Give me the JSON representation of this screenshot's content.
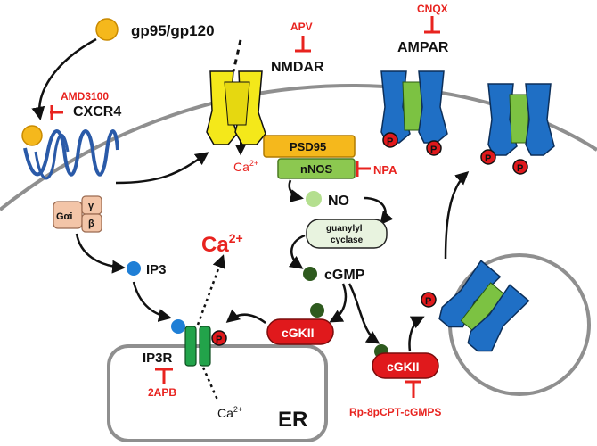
{
  "labels": {
    "gp120": "gp95/gp120",
    "cxcr4": "CXCR4",
    "amd3100": "AMD3100",
    "apv": "APV",
    "nmdar": "NMDAR",
    "cnqx": "CNQX",
    "ampar": "AMPAR",
    "psd95": "PSD95",
    "nnos": "nNOS",
    "npa": "NPA",
    "ca_pre": "Ca",
    "ca_sup": "2+",
    "no": "NO",
    "guanylyl": "guanylyl",
    "cyclase": "cyclase",
    "cgmp": "cGMP",
    "cgkii_left": "cGKII",
    "cgkii_right": "cGKII",
    "ip3": "IP3",
    "ca_big": "Ca",
    "ca_big_sup": "2+",
    "ip3r": "IP3R",
    "twoapb": "2APB",
    "er": "ER",
    "ca_er": "Ca",
    "ca_er_sup": "2+",
    "rp": "Rp-8pCPT-cGMPS",
    "galpha": "Gαi",
    "gamma": "γ",
    "beta": "β",
    "p": "P"
  },
  "colors": {
    "inhibitor_red": "#e8231f",
    "receptor_blue": "#1f6fc5",
    "subunit_green": "#7cc242",
    "nmdar_yellow": "#f4e81a",
    "ligand_orange": "#f5b81c",
    "psd95_orange": "#f5b81c",
    "nnos_green": "#8cc850",
    "no_green": "#b4df8f",
    "cgmp_dark_green": "#2e5a1e",
    "ip3_blue": "#1f7fd6",
    "cgkii_red": "#e0191c",
    "membrane_gray": "#8f8f8f",
    "gprotein_peach": "#f3c5a8"
  }
}
